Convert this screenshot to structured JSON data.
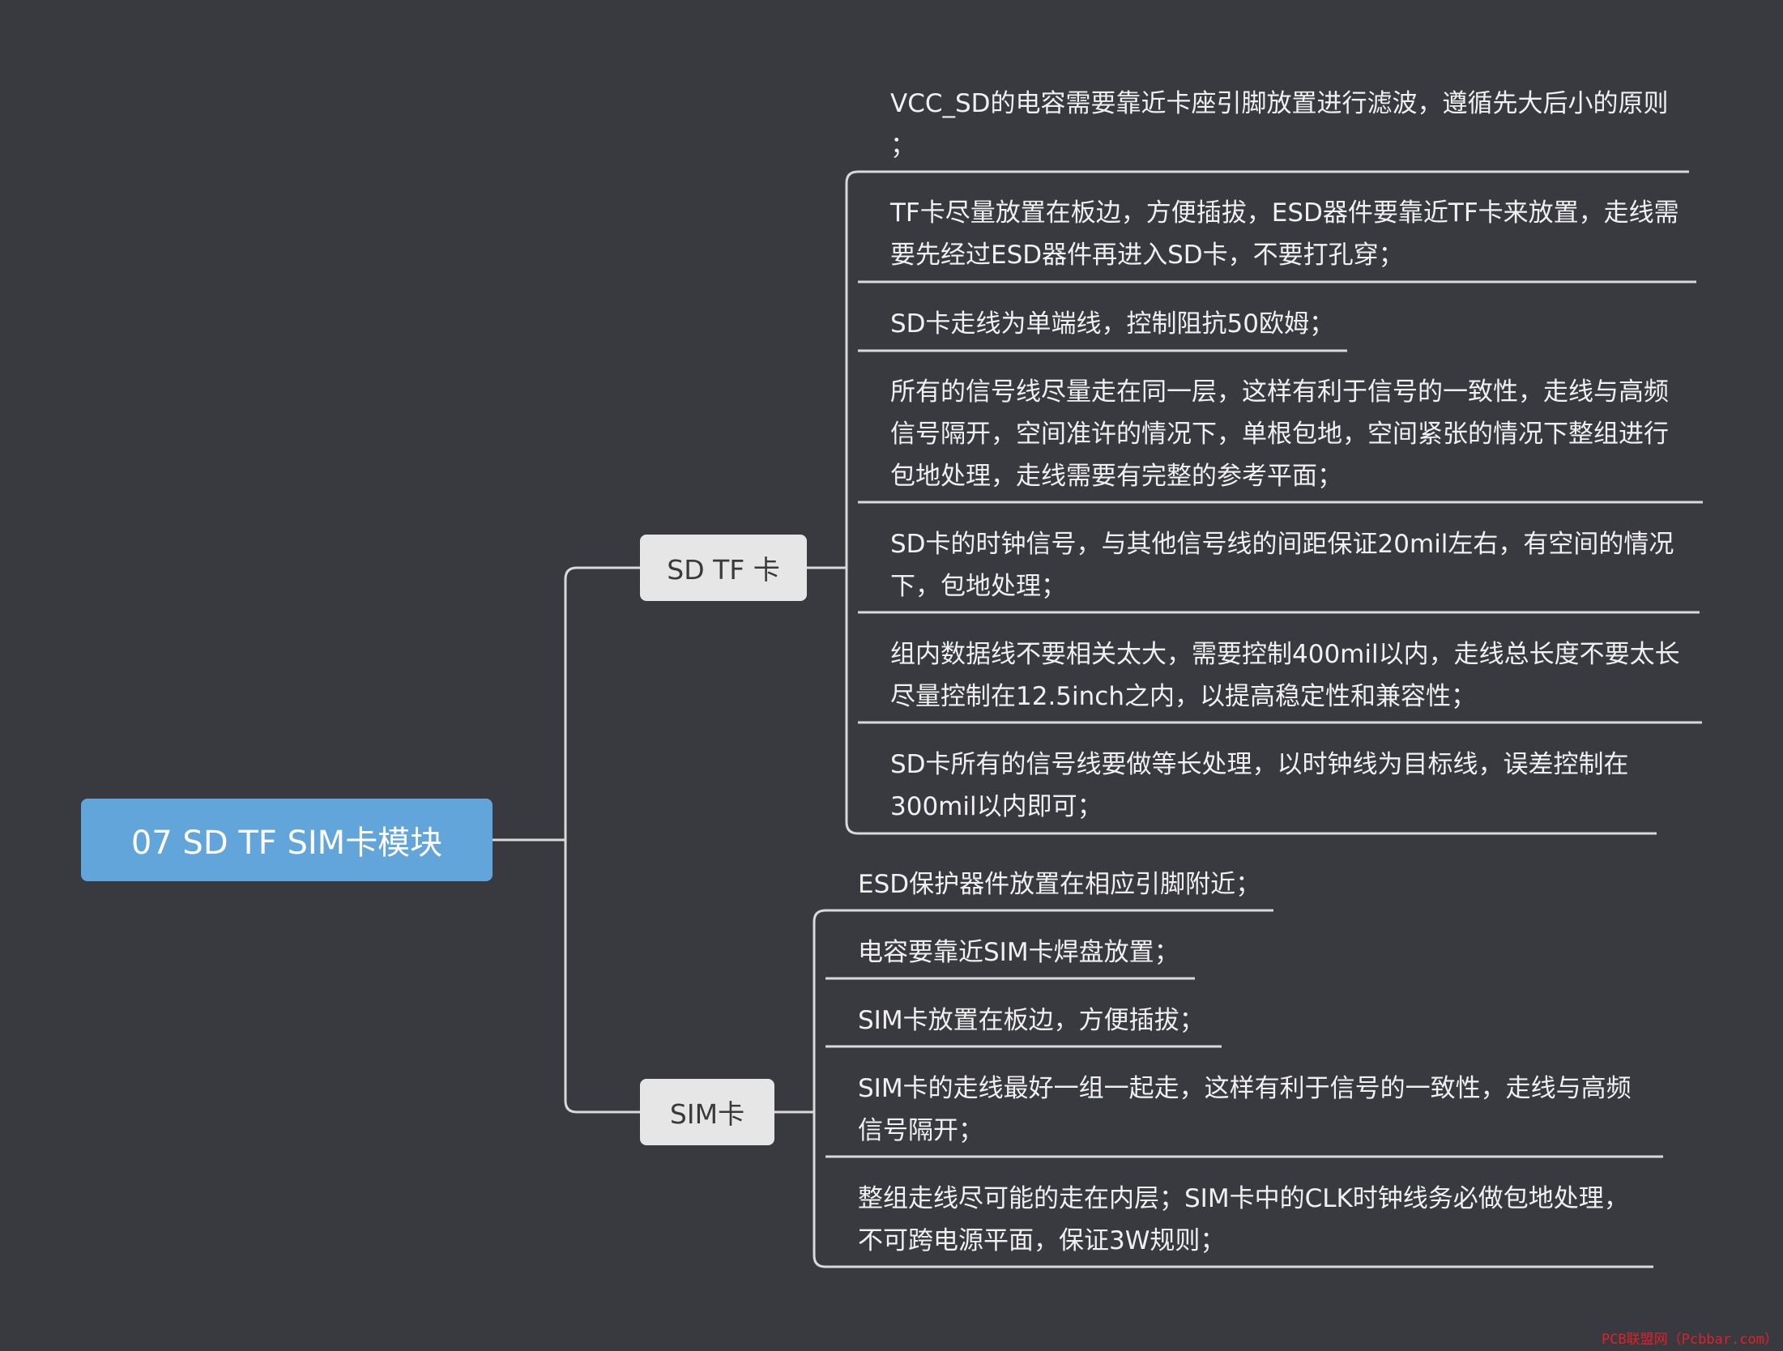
{
  "root": {
    "label": "07 SD TF SIM卡模块"
  },
  "branches": [
    {
      "label": "SD TF 卡",
      "items": [
        "VCC_SD的电容需要靠近卡座引脚放置进行滤波，遵循先大后小的原则\n；",
        "TF卡尽量放置在板边，方便插拔，ESD器件要靠近TF卡来放置，走线需\n要先经过ESD器件再进入SD卡，不要打孔穿；",
        "SD卡走线为单端线，控制阻抗50欧姆；",
        "所有的信号线尽量走在同一层，这样有利于信号的一致性，走线与高频\n信号隔开，空间准许的情况下，单根包地，空间紧张的情况下整组进行\n包地处理，走线需要有完整的参考平面；",
        "SD卡的时钟信号，与其他信号线的间距保证20mil左右，有空间的情况\n下，包地处理；",
        "组内数据线不要相关太大，需要控制400mil以内，走线总长度不要太长\n尽量控制在12.5inch之内，以提高稳定性和兼容性；",
        "SD卡所有的信号线要做等长处理，以时钟线为目标线，误差控制在\n300mil以内即可；"
      ]
    },
    {
      "label": "SIM卡",
      "items": [
        "ESD保护器件放置在相应引脚附近；",
        "电容要靠近SIM卡焊盘放置；",
        "SIM卡放置在板边，方便插拔；",
        "SIM卡的走线最好一组一起走，这样有利于信号的一致性，走线与高频\n信号隔开；",
        "整组走线尽可能的走在内层；SIM卡中的CLK时钟线务必做包地处理，\n不可跨电源平面，保证3W规则；"
      ]
    }
  ],
  "watermark": "PCB联盟网（Pcbbar.com）",
  "colors": {
    "background": "#393a3f",
    "root_fill": "#62a5da",
    "branch_fill": "#e6e6e6",
    "line": "#d9d9d9",
    "text": "#f0f0f0",
    "watermark": "#e0202a"
  }
}
